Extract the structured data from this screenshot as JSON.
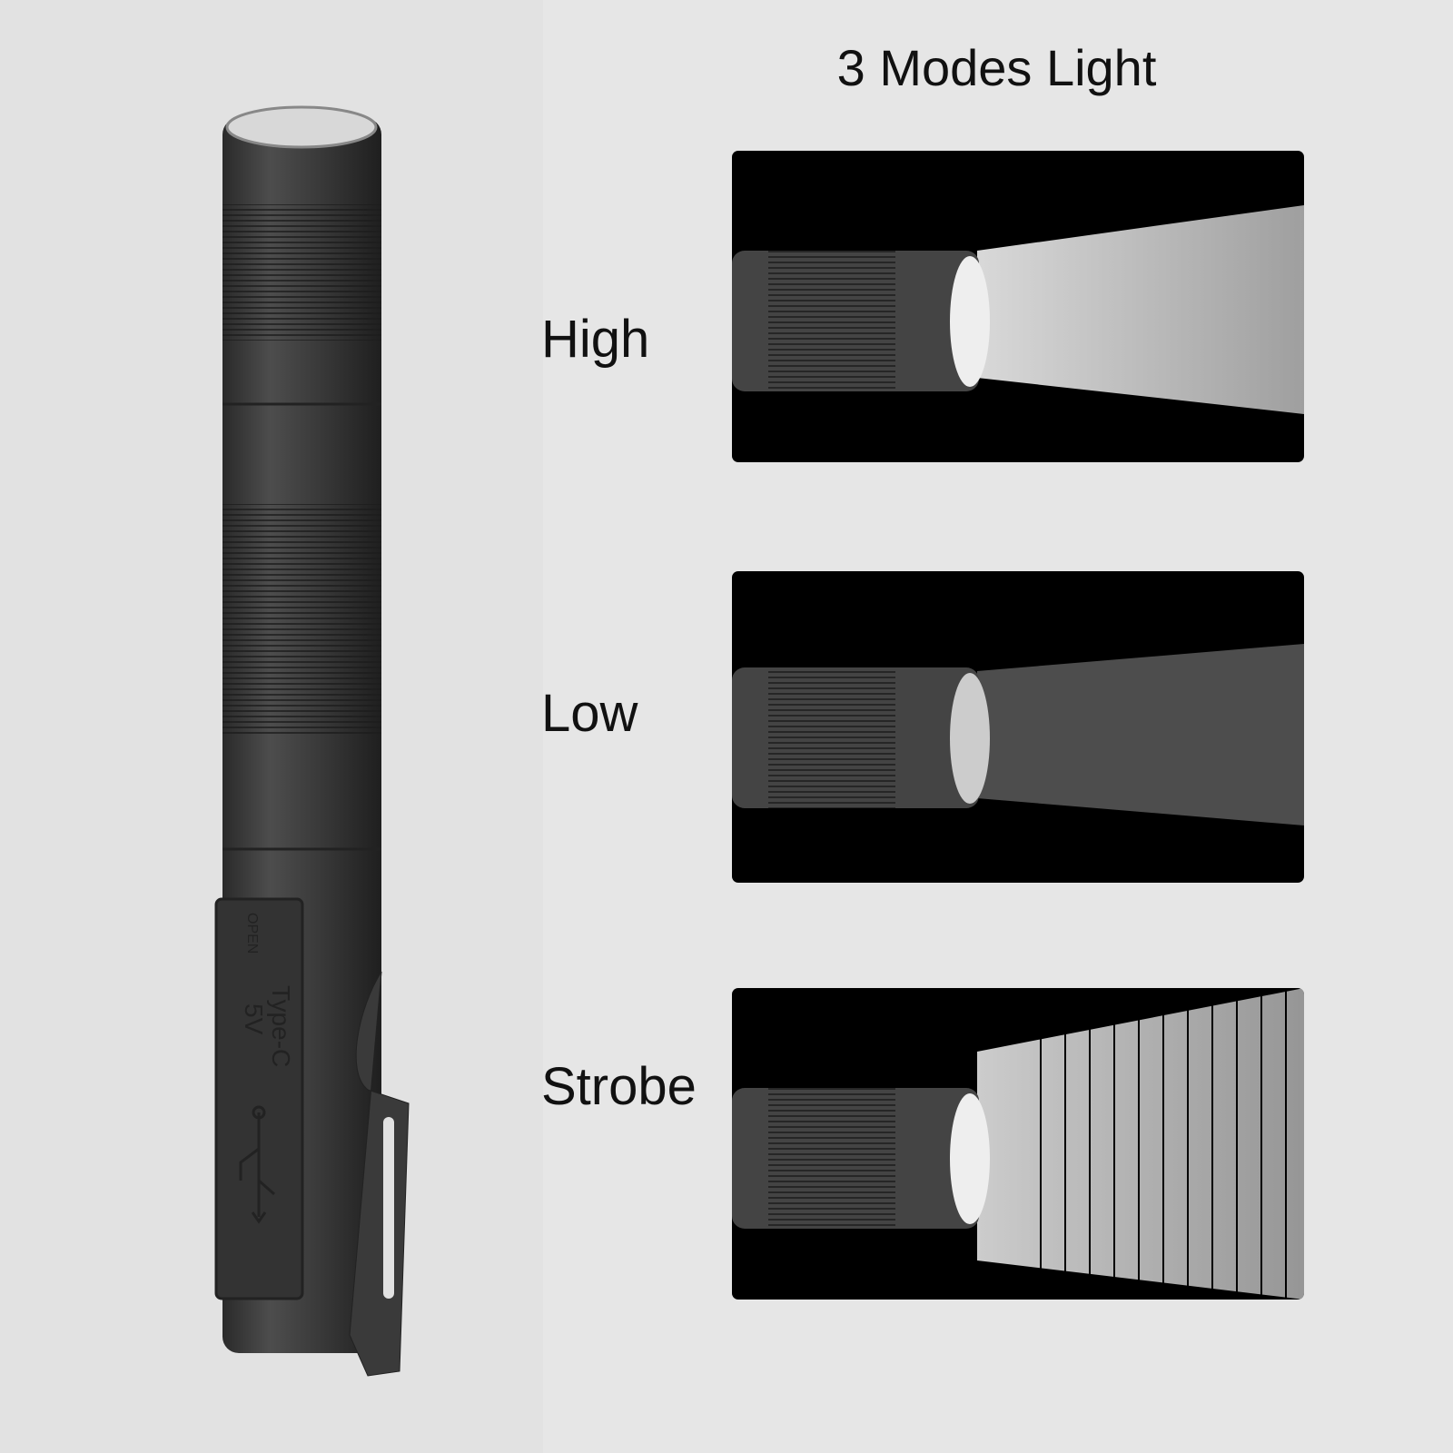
{
  "title": "3 Modes Light",
  "modes": [
    {
      "label": "High",
      "beam_intensity": "bright"
    },
    {
      "label": "Low",
      "beam_intensity": "dim"
    },
    {
      "label": "Strobe",
      "beam_intensity": "flashing"
    }
  ],
  "product": {
    "clip_text_open": "OPEN",
    "clip_text_port": "Type-C",
    "clip_text_voltage": "5V",
    "port_icon": "usb-icon"
  },
  "colors": {
    "background": "#e2e2e2",
    "panel": "#000000",
    "body": "#3a3a3a"
  }
}
